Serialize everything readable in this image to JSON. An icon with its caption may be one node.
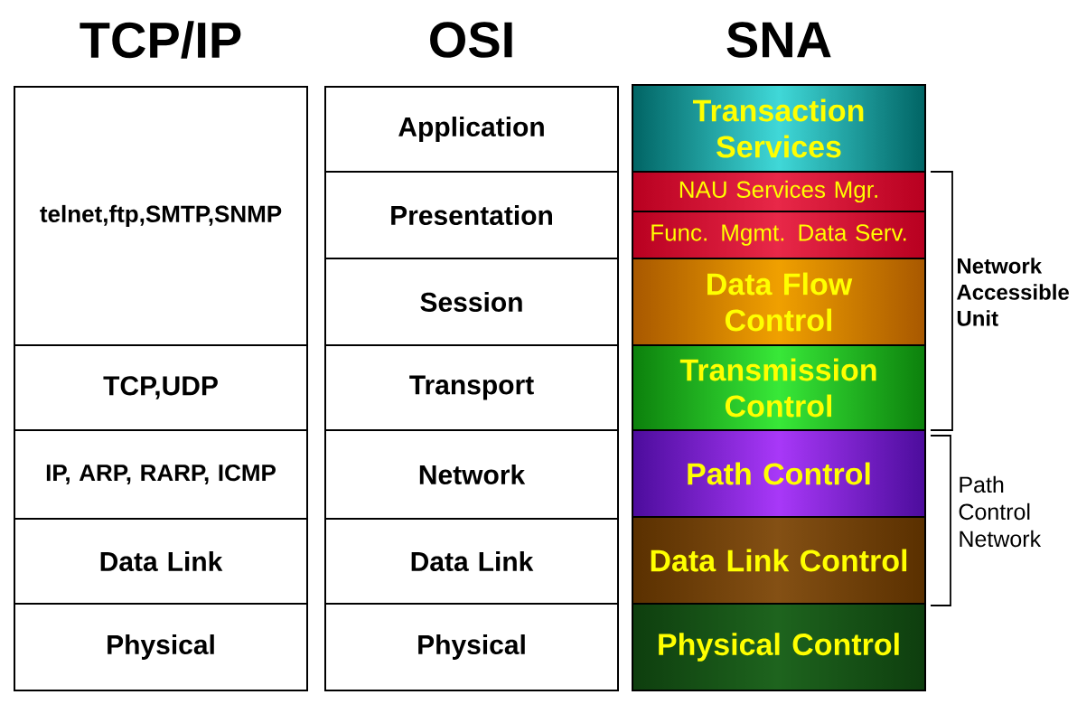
{
  "diagram": {
    "nodes": [
      {
        "text": [
          "telnet,ftp,SMTP,SNMP"
        ]
      },
      {
        "text": [
          "TCP,UDP"
        ]
      },
      {
        "text": [
          "IP, ARP, RARP, ICMP"
        ]
      },
      {
        "text": [
          "Data Link"
        ]
      },
      {
        "text": [
          "Physical"
        ]
      },
      {
        "text": [
          "Application"
        ]
      },
      {
        "text": [
          "Presentation"
        ]
      },
      {
        "text": [
          "Session"
        ]
      },
      {
        "text": [
          "Transport"
        ]
      },
      {
        "text": [
          "Network"
        ]
      },
      {
        "text": [
          "Data Link"
        ]
      },
      {
        "text": [
          "Physical"
        ]
      },
      {
        "text": [
          "Transaction Services"
        ]
      },
      {
        "text": [
          "NAU Services Mgr."
        ]
      },
      {
        "text": [
          "Func. Mgmt. Data Serv."
        ]
      },
      {
        "text": [
          "Data Flow Control"
        ]
      },
      {
        "text": [
          "Transmission Control"
        ]
      },
      {
        "text": [
          "Path Control"
        ]
      },
      {
        "text": [
          "Data Link Control"
        ]
      },
      {
        "text": [
          "Physical Control"
        ]
      }
    ],
    "labels": [
      "TCP/IP",
      "OSI",
      "SNA",
      "Network Accessible Unit",
      "Path Control Network"
    ]
  }
}
